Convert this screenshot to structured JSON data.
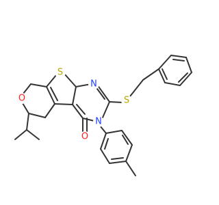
{
  "molecule": {
    "atoms": [
      {
        "id": "S1",
        "label": "S",
        "color": "#b8a400"
      },
      {
        "id": "N1",
        "label": "N",
        "color": "#1f3fff"
      },
      {
        "id": "S2",
        "label": "S",
        "color": "#b8a400"
      },
      {
        "id": "N2",
        "label": "N",
        "color": "#1f3fff"
      },
      {
        "id": "O1",
        "label": "O",
        "color": "#ff1f1f"
      },
      {
        "id": "O2",
        "label": "O",
        "color": "#ff1f1f"
      }
    ]
  }
}
